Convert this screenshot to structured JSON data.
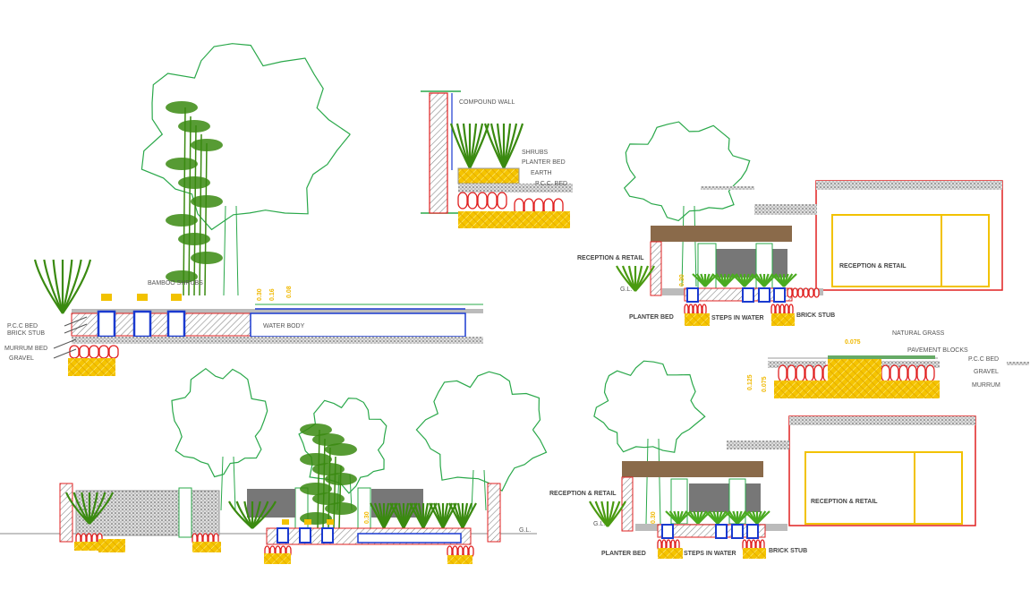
{
  "colors": {
    "tree": "#2aa84a",
    "bamboo": "#3a8a10",
    "brick": "#e02020",
    "water": "#1a3ad0",
    "earth": "#f2c200",
    "concrete": "#999999",
    "timber": "#8a6a4a",
    "wall_hatch": "#888888"
  },
  "section_water": {
    "bamboo_label": "BAMBOO SHRUBS",
    "pcc_bed": "P.C.C BED",
    "brick_stub": "BRICK STUB",
    "murrum_bed": "MURRUM BED",
    "gravel": "GRAVEL",
    "water_body": "WATER BODY",
    "dim1": "0.30",
    "dim2": "0.16",
    "dim3": "0.08"
  },
  "section_wall": {
    "compound_wall": "COMPOUND WALL",
    "shrubs": "SHRUBS",
    "planter_bed": "PLANTER BED",
    "earth": "EARTH",
    "pcc_bed": "P.C.C. BED"
  },
  "section_reception_top": {
    "reception_left": "RECEPTION & RETAIL",
    "reception_right": "RECEPTION & RETAIL",
    "gl": "G.L.",
    "planter_bed": "PLANTER BED",
    "steps": "STEPS IN WATER",
    "brick_stub": "BRICK STUB",
    "dim": "0.30"
  },
  "section_pavement": {
    "natural_grass": "NATURAL GRASS",
    "pavement_blocks": "PAVEMENT BLOCKS",
    "pcc_bed": "P.C.C BED",
    "gravel": "GRAVEL",
    "murrum": "MURRUM",
    "dim1": "0.075",
    "dim2": "0.125",
    "dim3": "0.075"
  },
  "section_garden": {
    "gl": "G.L.",
    "dim": "0.30"
  },
  "section_reception_bottom": {
    "reception_left": "RECEPTION & RETAIL",
    "reception_right": "RECEPTION & RETAIL",
    "gl": "G.L.",
    "planter_bed": "PLANTER BED",
    "steps": "STEPS IN WATER",
    "brick_stub": "BRICK STUB",
    "dim": "0.30"
  }
}
